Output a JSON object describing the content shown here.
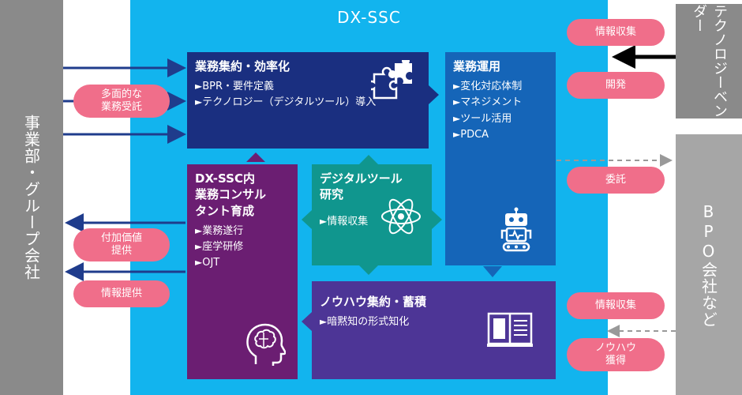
{
  "left_sidebar": {
    "label": "事業部・グループ会社"
  },
  "tech_vendor": {
    "label": "テクノロジーベンダー"
  },
  "bpo": {
    "label": "BPO会社など"
  },
  "ssc": {
    "title": "DX-SSC"
  },
  "boxes": {
    "consolidation": {
      "title": "業務集約・効率化",
      "items": [
        "BPR・要件定義",
        "テクノロジー（デジタルツール）導入"
      ]
    },
    "operations": {
      "title": "業務運用",
      "items": [
        "変化対応体制",
        "マネジメント",
        "ツール活用",
        "PDCA"
      ]
    },
    "digital_tools": {
      "title_line1": "デジタルツール",
      "title_line2": "研究",
      "items": [
        "情報収集"
      ]
    },
    "consulting": {
      "title_line1": "DX-SSC内",
      "title_line2": "業務コンサル",
      "title_line3": "タント育成",
      "items": [
        "業務遂行",
        "座学研修",
        "OJT"
      ]
    },
    "knowhow": {
      "title": "ノウハウ集約・蓄積",
      "items": [
        "暗黙知の形式知化"
      ]
    }
  },
  "pills": {
    "multi": {
      "line1": "多面的な",
      "line2": "業務受託"
    },
    "value": {
      "line1": "付加価値",
      "line2": "提供"
    },
    "info_provide": "情報提供",
    "info_collect_top": "情報収集",
    "develop": "開発",
    "outsource": "委託",
    "info_collect_bottom": "情報収集",
    "knowhow_gain": {
      "line1": "ノウハウ",
      "line2": "獲得"
    }
  },
  "icons": [
    "puzzle-icon",
    "robot-icon",
    "atom-icon",
    "brain-head-icon",
    "book-icon"
  ],
  "colors": {
    "ssc_bg": "#12b4ee",
    "consolidation": "#1a2f80",
    "operations": "#1565b8",
    "digital_tools": "#10968e",
    "consulting": "#6b1e72",
    "knowhow": "#4d3596",
    "pill": "#f06e8a",
    "sidebar": "#8a8a8a"
  }
}
